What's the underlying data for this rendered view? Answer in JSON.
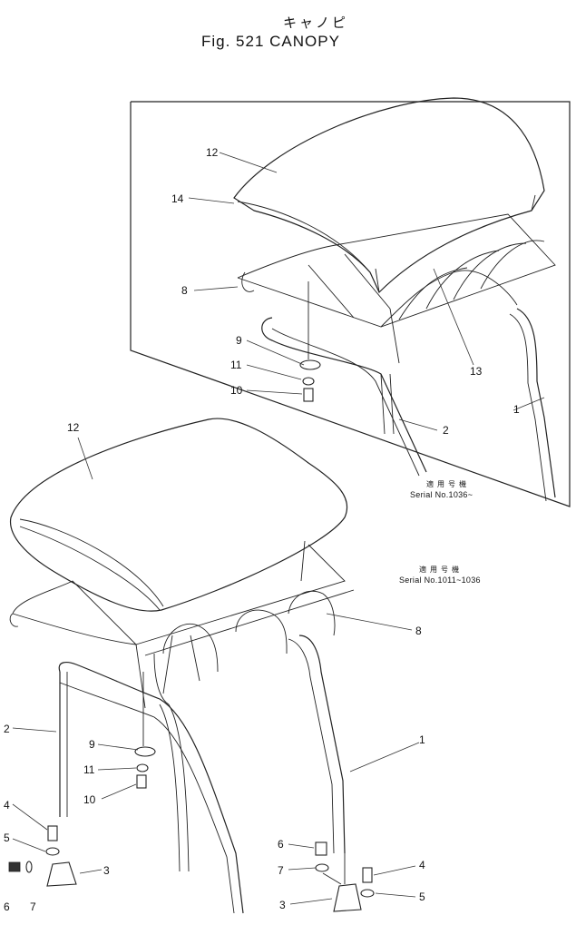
{
  "header": {
    "title_jp": "キャノピ",
    "title": "Fig. 521  CANOPY"
  },
  "inset": {
    "serial_jp": "適用号機",
    "serial": "Serial No.1036~",
    "callouts": [
      "12",
      "14",
      "8",
      "9",
      "11",
      "10",
      "13",
      "2",
      "1"
    ]
  },
  "main": {
    "serial_jp": "適用号機",
    "serial": "Serial No.1011~1036",
    "callouts": [
      "12",
      "8",
      "2",
      "9",
      "11",
      "10",
      "1",
      "4",
      "5",
      "6",
      "7",
      "3",
      "6",
      "7",
      "4",
      "3",
      "5"
    ]
  }
}
